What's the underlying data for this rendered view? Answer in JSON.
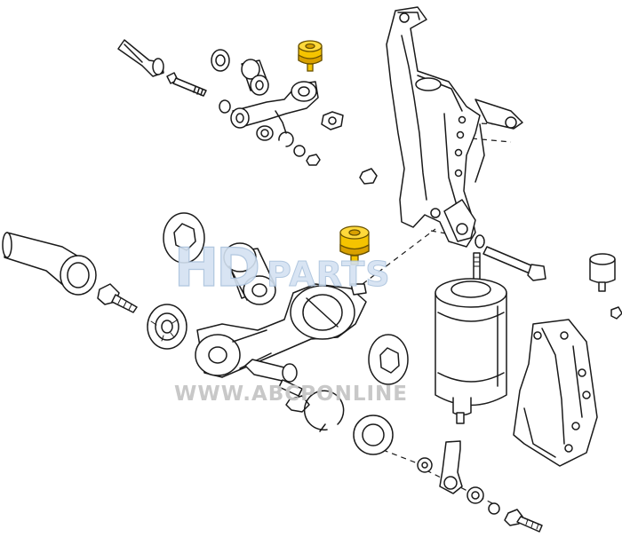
{
  "watermark": {
    "logo_hd": "HD",
    "logo_parts": "PARTS",
    "url": "WWW.ABCPONLINE"
  },
  "colors": {
    "line": "#1a1a1a",
    "highlight_fill": "#f5c400",
    "highlight_shadow": "#d9a100",
    "logo_fill": "#d4e2f2",
    "logo_stroke": "#a9c1dc",
    "url_text": "#c6c6c6"
  },
  "highlighted_parts": [
    "bushing-upper",
    "bushing-lower"
  ]
}
